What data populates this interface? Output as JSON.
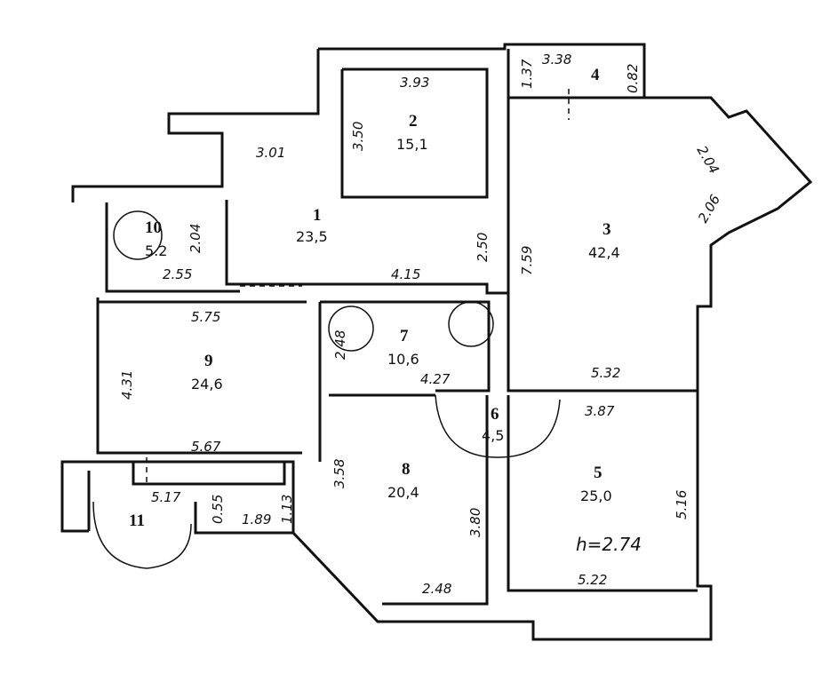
{
  "plan": {
    "rooms": [
      {
        "number": "1",
        "area": "23,5"
      },
      {
        "number": "2",
        "area": "15,1"
      },
      {
        "number": "3",
        "area": "42,4"
      },
      {
        "number": "4",
        "area": ""
      },
      {
        "number": "5",
        "area": "25,0"
      },
      {
        "number": "6",
        "area": "4,5"
      },
      {
        "number": "7",
        "area": "10,6"
      },
      {
        "number": "8",
        "area": "20,4"
      },
      {
        "number": "9",
        "area": "24,6"
      },
      {
        "number": "10",
        "area": "5.2"
      },
      {
        "number": "11",
        "area": ""
      }
    ],
    "dims": {
      "r2_top": "3.93",
      "r2_side": "3.50",
      "r1_top": "3.01",
      "r1_side": "2.50",
      "r1_bottom": "4.15",
      "r4_side": "1.37",
      "r4_top": "3.38",
      "r4_right": "0.82",
      "r3_bay1": "2.04",
      "r3_bay2": "2.06",
      "r3_side": "7.59",
      "r3_bottom": "5.32",
      "r5_top": "3.87",
      "r5_side": "5.16",
      "r5_bottom": "5.22",
      "r5_height": "h=2.74",
      "r8_side": "3.58",
      "r8_right": "3.80",
      "r8_bottom": "2.48",
      "r7_side": "2.48",
      "r7_bottom": "4.27",
      "r9_top": "5.75",
      "r9_side": "4.31",
      "r9_bottom": "5.67",
      "r10_side": "2.04",
      "r10_bottom": "2.55",
      "r11_top": "5.17",
      "r11_a": "0.55",
      "r11_b": "1.89",
      "r11_c": "1.13"
    }
  }
}
